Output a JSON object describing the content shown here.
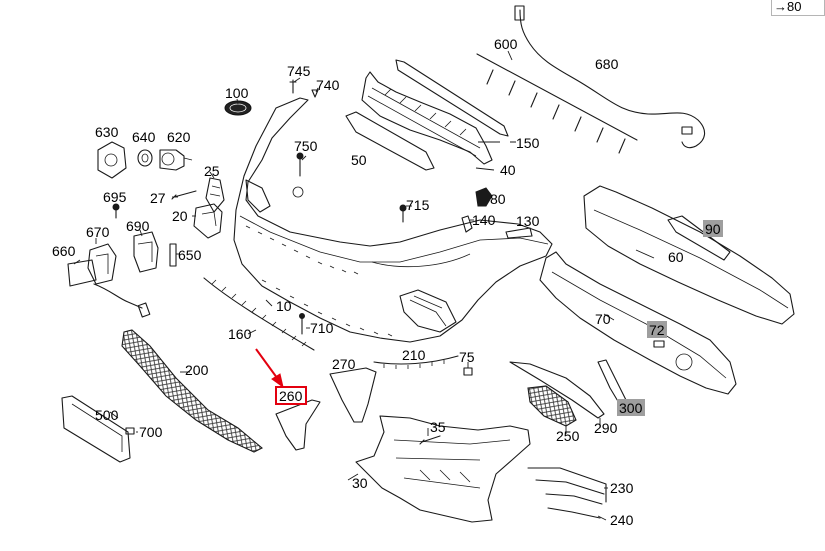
{
  "corner_ref": "→80",
  "labels": {
    "l600": "600",
    "l680": "680",
    "l745": "745",
    "l740": "740",
    "l100": "100",
    "l150": "150",
    "l630": "630",
    "l640": "640",
    "l620": "620",
    "l750": "750",
    "l50": "50",
    "l40": "40",
    "l25": "25",
    "l695": "695",
    "l27": "27",
    "l80": "80",
    "l715": "715",
    "l140": "140",
    "l130": "130",
    "l20": "20",
    "l670": "670",
    "l690": "690",
    "l660": "660",
    "l650": "650",
    "l60": "60",
    "l10": "10",
    "l710": "710",
    "l160": "160",
    "l70": "70",
    "l270": "270",
    "l210": "210",
    "l75": "75",
    "l200": "200",
    "l260": "260",
    "l500": "500",
    "l700": "700",
    "l35": "35",
    "l250": "250",
    "l290": "290",
    "l30": "30",
    "l230": "230",
    "l240": "240",
    "l90": "90",
    "l72": "72",
    "l300": "300"
  },
  "selected_part": "260",
  "colors": {
    "highlight": "#9e9e9e",
    "selection": "#e3000f",
    "arrow": "#e3000f"
  }
}
